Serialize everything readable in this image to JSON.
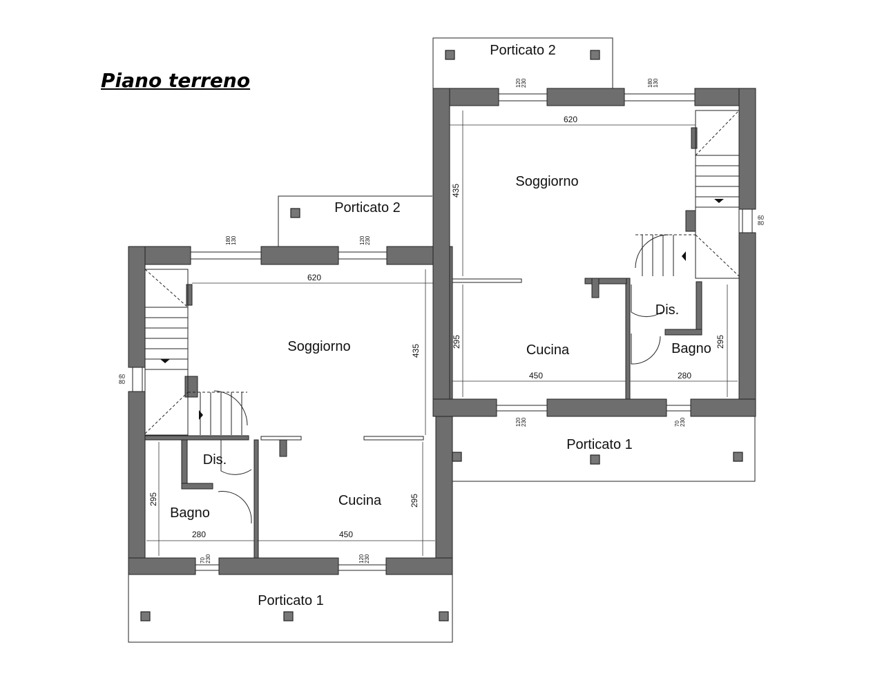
{
  "title": "Piano terreno",
  "left_unit": {
    "rooms": {
      "soggiorno": "Soggiorno",
      "cucina": "Cucina",
      "bagno": "Bagno",
      "dis": "Dis.",
      "porticato_front": "Porticato 1",
      "porticato_back": "Porticato 2"
    },
    "dims": {
      "soggiorno_width": "620",
      "soggiorno_depth": "435",
      "cucina_width": "450",
      "cucina_depth": "295",
      "bagno_width": "280",
      "bagno_depth": "295",
      "win_back_1": "180\n130",
      "win_back_2": "120\n230",
      "win_front_bagno": "70\n230",
      "win_front_cucina": "120\n230",
      "win_side": "60\n80"
    }
  },
  "right_unit": {
    "rooms": {
      "soggiorno": "Soggiorno",
      "cucina": "Cucina",
      "bagno": "Bagno",
      "dis": "Dis.",
      "porticato_front": "Porticato 1",
      "porticato_back": "Porticato 2"
    },
    "dims": {
      "soggiorno_width": "620",
      "soggiorno_depth": "435",
      "cucina_width": "450",
      "cucina_depth": "295",
      "bagno_width": "280",
      "bagno_depth": "295",
      "win_back_1": "120\n230",
      "win_back_2": "180\n130",
      "win_front_cucina": "120\n230",
      "win_front_bagno": "70\n230",
      "win_side": "60\n80"
    }
  }
}
